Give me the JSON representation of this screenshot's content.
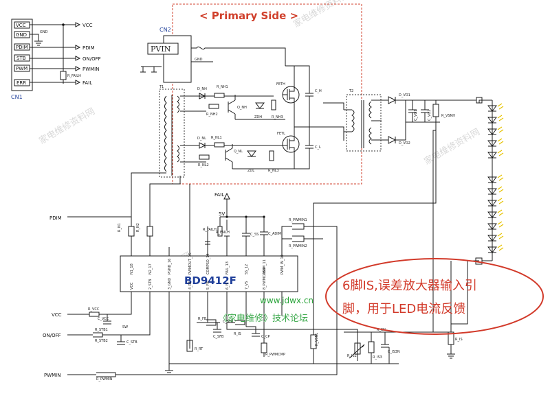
{
  "header": {
    "primary_side": "< Primary Side >"
  },
  "cn1": {
    "label": "CN1",
    "pins": [
      "VCC",
      "GND",
      "PDIM",
      "STB",
      "PWM",
      "ERR"
    ],
    "signals": [
      "VCC",
      "PDIM",
      "ON/OFF",
      "PWMIN",
      "FAIL"
    ],
    "gnd": "GND",
    "r_fail": "R_FAILH"
  },
  "cn2": {
    "label": "CN2",
    "pvin": "PVIN",
    "gnd": "GND"
  },
  "ic": {
    "name": "BD9412F",
    "top_pins": [
      "N1_18",
      "N2_17",
      "PGND_16",
      "PWMOUT_15",
      "COMPSO_14",
      "FAIL_13",
      "SS_12",
      "ADIM_11",
      "PWM_IN_10"
    ],
    "bottom_pins": [
      "VCC",
      "2_STB",
      "3_GND",
      "4_RT",
      "5_FB",
      "6_IS",
      "7_VS",
      "8_PWMCOMP"
    ]
  },
  "components": {
    "primary": [
      "D_NH",
      "R_NH1",
      "R_NH2",
      "Q_NH",
      "ZDH",
      "R_NH3",
      "FETH",
      "C_H",
      "D_NL",
      "R_NL1",
      "R_NL2",
      "Q_NL",
      "ZDL",
      "R_NL3",
      "FETL",
      "C_L",
      "T1",
      "T2"
    ],
    "secondary": [
      "D_VO1",
      "D_VO2",
      "C_VO1",
      "C_VO2",
      "R_VSNH"
    ],
    "ic_area": [
      "R_N1",
      "R_N2",
      "5V",
      "R_FAILH",
      "C_SS",
      "C_ADIM",
      "R_PWMIN1",
      "R_PWMIN2",
      "R_VCC",
      "C_VCC",
      "SW",
      "R_STB1",
      "R_STB2",
      "C_STB",
      "R_RT",
      "R_FB",
      "C_SFB",
      "C_SFB",
      "R_IS",
      "C_CP",
      "R_PWMCMP",
      "R_VSNL",
      "R_IS",
      "R_IS2",
      "R_IS3",
      "C_IS3N",
      "R_SN",
      "R_PWMIN"
    ]
  },
  "signals": {
    "fail_top": "FAIL",
    "pdim": "PDIM",
    "vcc": "VCC",
    "onoff": "ON/OFF",
    "pwmin": "PWMIN",
    "five_v": "5V"
  },
  "callout": {
    "line1": "6脚IS,误差放大器输入引",
    "line2": "脚，用于LED电流反馈"
  },
  "watermark": {
    "url": "www.jdwx.cn",
    "forum": "《家电维修》技术论坛",
    "bg": "家电维修资料网"
  },
  "colors": {
    "callout": "#d23a2a",
    "box": "#d0402c",
    "ic_name": "#1f3f9a",
    "watermark_url": "#2aa43a",
    "watermark_forum": "#3aa84a"
  }
}
